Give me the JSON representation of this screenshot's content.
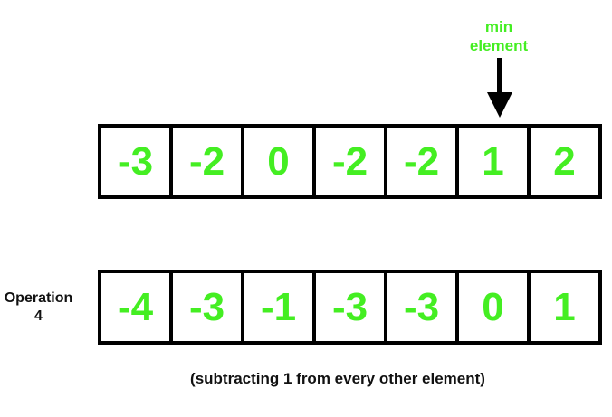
{
  "colors": {
    "value_text": "#44ee22",
    "label_text": "#111111",
    "border": "#000000"
  },
  "pointer": {
    "label_line1": "min",
    "label_line2": "element",
    "icon": "arrow-down-icon",
    "target_index": 5
  },
  "array_before": [
    "-3",
    "-2",
    "0",
    "-2",
    "-2",
    "1",
    "2"
  ],
  "array_after": [
    "-4",
    "-3",
    "-1",
    "-3",
    "-3",
    "0",
    "1"
  ],
  "operation": {
    "line1": "Operation",
    "line2": "4"
  },
  "caption": "(subtracting 1 from every other element)"
}
